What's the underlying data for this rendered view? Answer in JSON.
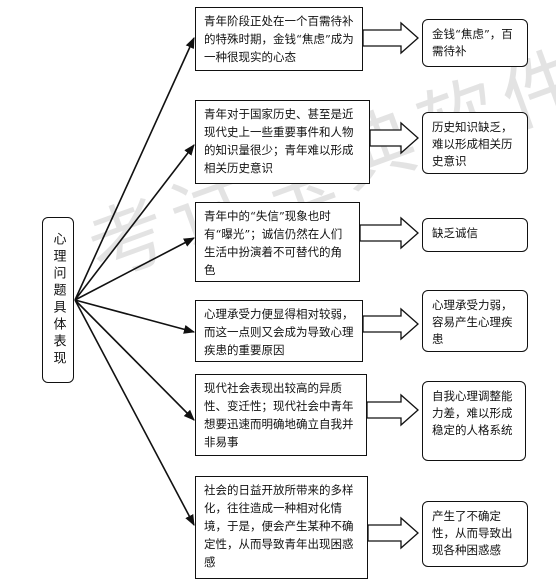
{
  "root": "心理问题具体表现",
  "watermark": "考试宝典软件",
  "rows": [
    {
      "cause": "青年阶段正处在一个百需待补的特殊时期，金钱“焦虑”成为一种很现实的心态",
      "effect": "金钱“焦虑”，百需待补"
    },
    {
      "cause": "青年对于国家历史、甚至是近现代史上一些重要事件和人物的知识量很少；青年难以形成相关历史意识",
      "effect": "历史知识缺乏，难以形成相关历史意识"
    },
    {
      "cause": "青年中的“失信”现象也时有“曝光”；诚信仍然在人们生活中扮演着不可替代的角色",
      "effect": "缺乏诚信"
    },
    {
      "cause": "心理承受力便显得相对较弱，而这一点则又会成为导致心理疾患的重要原因",
      "effect": "心理承受力弱，容易产生心理疾患"
    },
    {
      "cause": "现代社会表现出较高的异质性、变迁性；现代社会中青年想要迅速而明确地确立自我并非易事",
      "effect": "自我心理调整能力差，难以形成稳定的人格系统"
    },
    {
      "cause": "社会的日益开放所带来的多样化，往往造成一种相对化情境，于是，便会产生某种不确定性，从而导致青年出现困惑感",
      "effect": "产生了不确定性，从而导致出现各种困惑感"
    }
  ]
}
